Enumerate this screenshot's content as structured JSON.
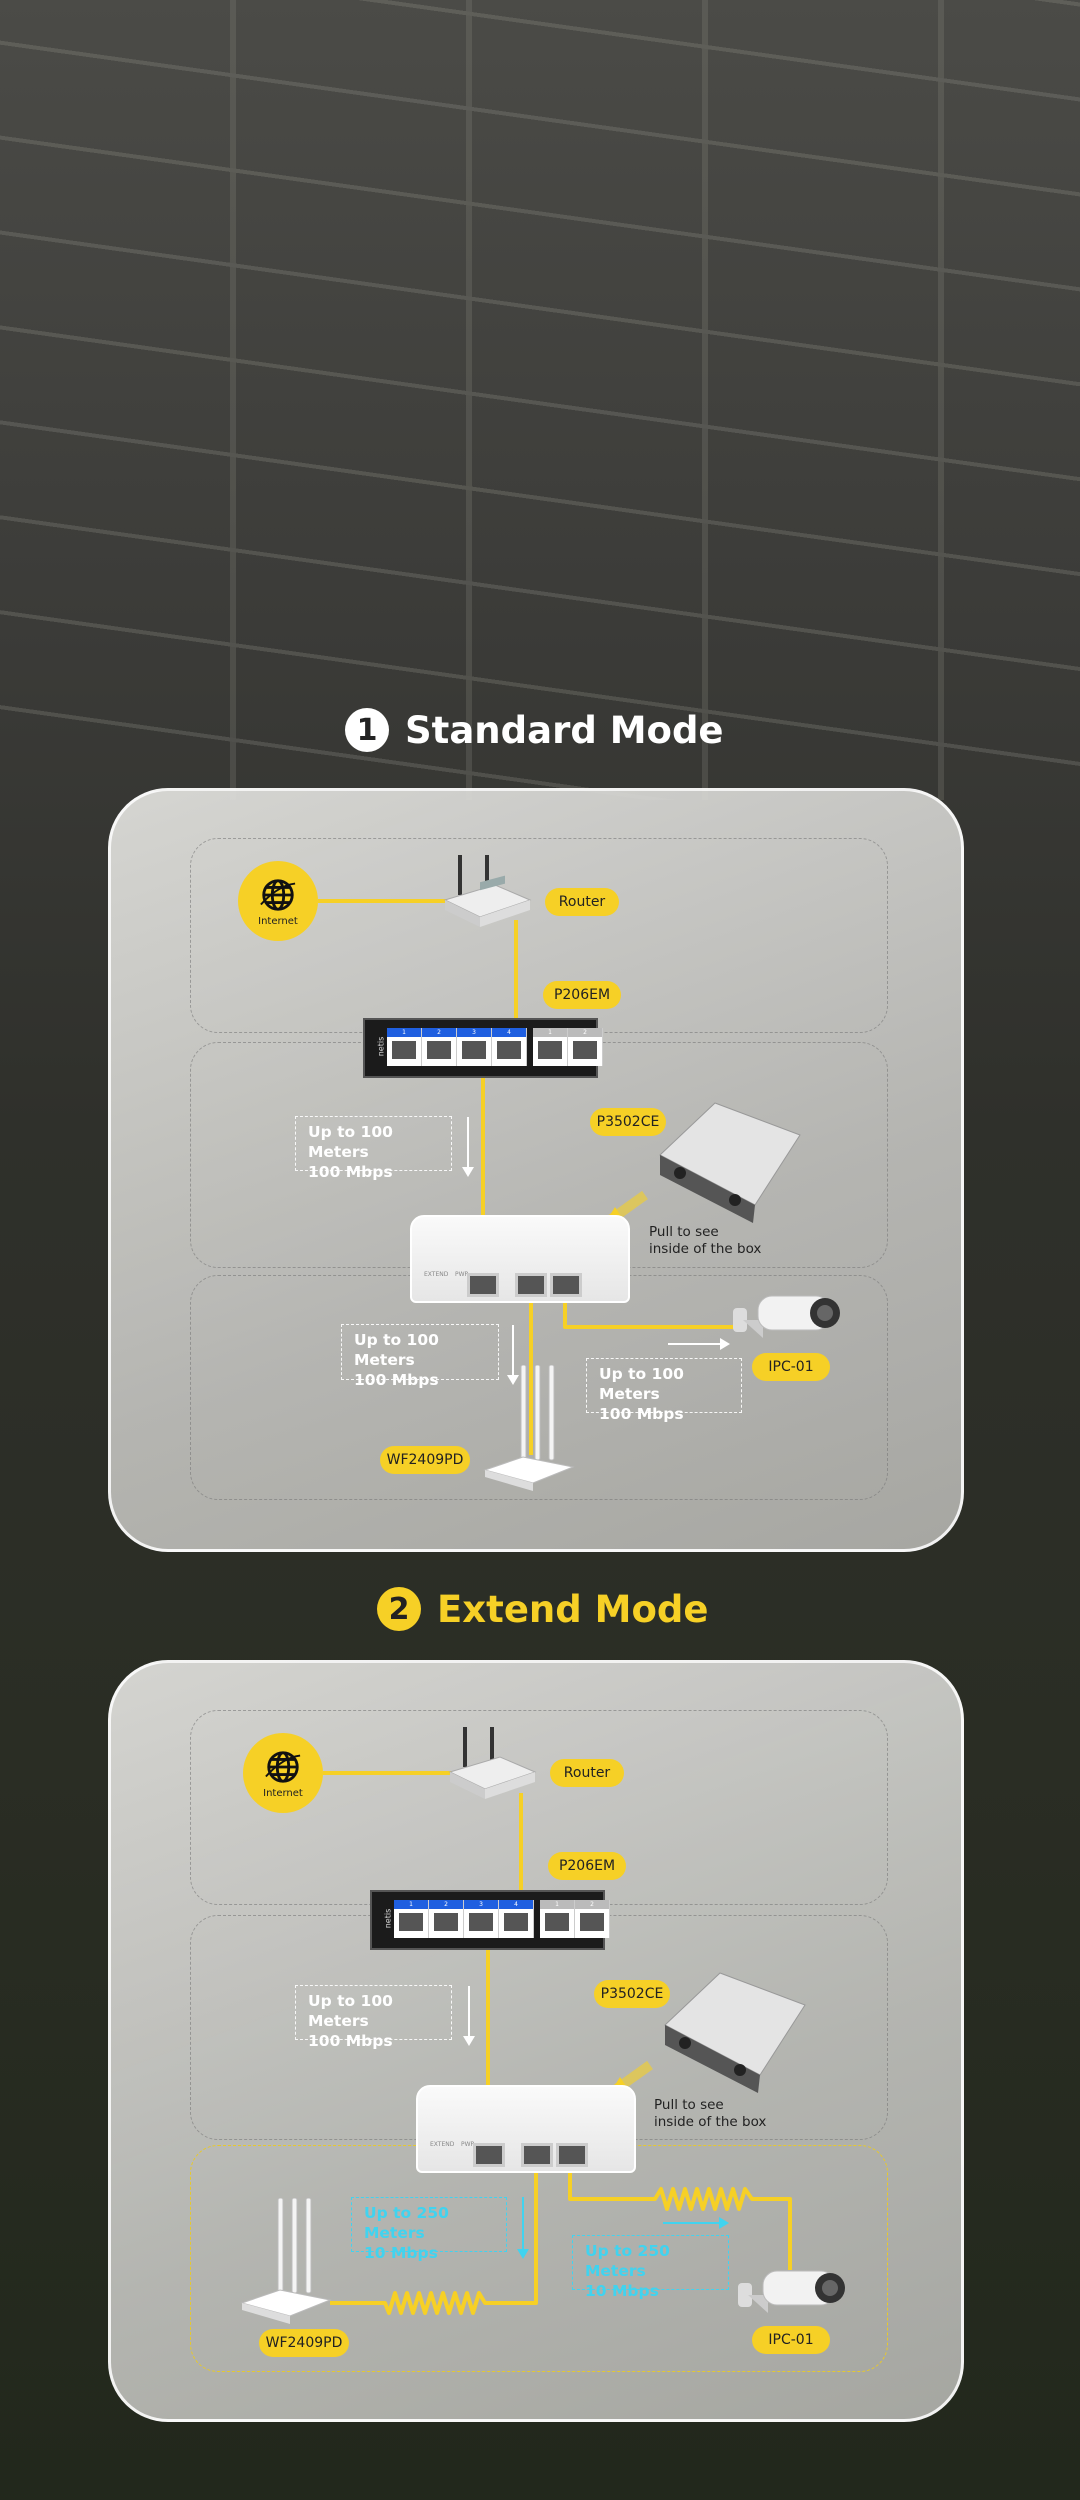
{
  "accent_yellow": "#f6d026",
  "accent_cyan": "#41d3ef",
  "modes": [
    {
      "number": "1",
      "title": "Standard Mode",
      "internet": "Internet",
      "router": "Router",
      "switch_model": "P206EM",
      "extender_model": "P3502CE",
      "pull_text": [
        "Pull to see",
        "inside of the box"
      ],
      "link_switch": [
        "Up to 100 Meters",
        "100 Mbps"
      ],
      "link_wifi": [
        "Up to 100 Meters",
        "100 Mbps"
      ],
      "link_camera": [
        "Up to 100 Meters",
        "100 Mbps"
      ],
      "camera": "IPC-01",
      "wifi_router": "WF2409PD"
    },
    {
      "number": "2",
      "title": "Extend Mode",
      "internet": "Internet",
      "router": "Router",
      "switch_model": "P206EM",
      "extender_model": "P3502CE",
      "pull_text": [
        "Pull to see",
        "inside of the box"
      ],
      "link_switch": [
        "Up to 100 Meters",
        "100 Mbps"
      ],
      "link_wifi": [
        "Up to 250 Meters",
        "10 Mbps"
      ],
      "link_camera": [
        "Up to 250 Meters",
        "10 Mbps"
      ],
      "camera": "IPC-01",
      "wifi_router": "WF2409PD"
    }
  ],
  "switch_device": {
    "brand": "netis",
    "ports": [
      "1",
      "2",
      "3",
      "4",
      "1",
      "2"
    ]
  },
  "extender_device": {
    "labels": [
      "EXTEND",
      "PWR"
    ]
  }
}
